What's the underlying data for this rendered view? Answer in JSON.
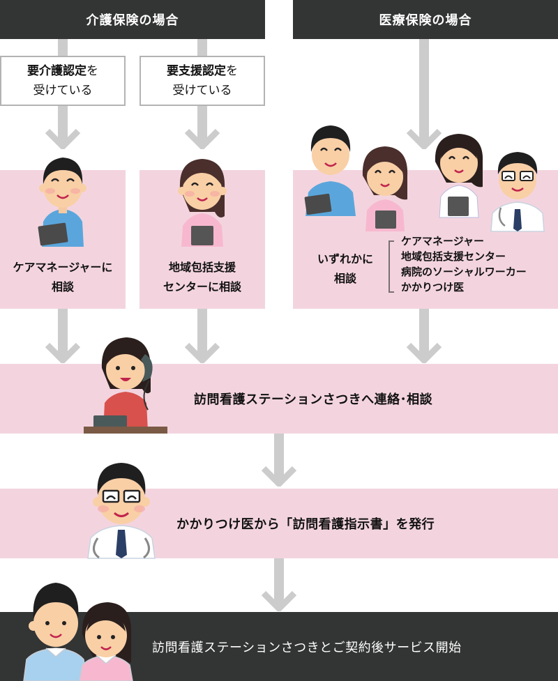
{
  "headers": {
    "kaigo": "介護保険の場合",
    "iryo": "医療保険の場合"
  },
  "certifications": [
    {
      "bold": "要介護認定",
      "rest1": "を",
      "line2": "受けている"
    },
    {
      "bold": "要支援認定",
      "rest1": "を",
      "line2": "受けている"
    }
  ],
  "consult_cards": [
    {
      "line1": "ケアマネージャーに",
      "line2": "相談"
    },
    {
      "line1": "地域包括支援",
      "line2": "センターに相談"
    }
  ],
  "medical_card": {
    "lead_line1": "いずれかに",
    "lead_line2": "相談",
    "options": [
      "ケアマネージャー",
      "地域包括支援センター",
      "病院のソーシャルワーカー",
      "かかりつけ医"
    ]
  },
  "steps": [
    {
      "label": "訪問看護ステーションさつきへ連絡･相談"
    },
    {
      "label": "かかりつけ医から「訪問看護指示書」を発行"
    },
    {
      "label": "訪問看護ステーションさつきとご契約後サービス開始"
    }
  ],
  "colors": {
    "dark": "#333434",
    "pink": "#f3d4de",
    "arrow": "#cccccc",
    "border": "#b3b3b3"
  },
  "illustrations": {
    "care_manager": "male-care-manager-with-tablet",
    "support_center_staff": "female-staff-with-tablet",
    "medical_group": "four-medical-professionals",
    "phone_caller": "woman-on-telephone",
    "doctor": "doctor-with-stethoscope",
    "nurses": "two-visiting-nurses"
  }
}
